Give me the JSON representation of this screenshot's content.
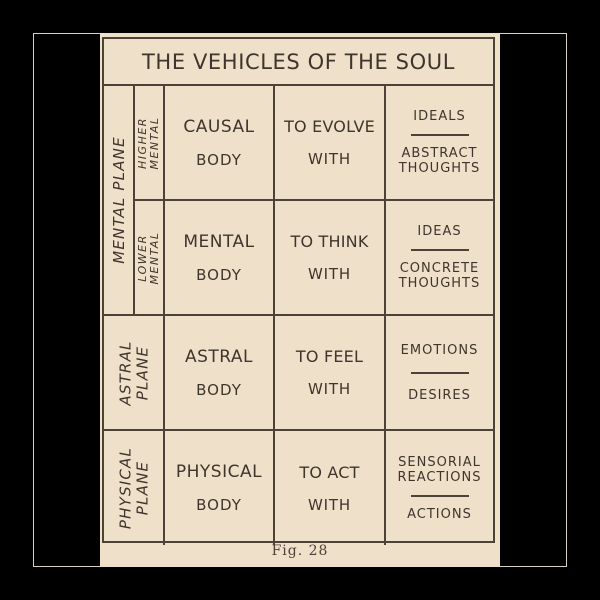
{
  "title": "THE VEHICLES OF THE SOUL",
  "figure_caption": "Fig. 28",
  "planes": {
    "mental": "MENTAL PLANE",
    "higher": [
      "HIGHER",
      "MENTAL"
    ],
    "lower": [
      "LOWER",
      "MENTAL"
    ],
    "astral": [
      "ASTRAL",
      "PLANE"
    ],
    "physical": [
      "PHYSICAL",
      "PLANE"
    ]
  },
  "rows": [
    {
      "body": [
        "CAUSAL",
        "BODY"
      ],
      "purpose": [
        "TO EVOLVE",
        "WITH"
      ],
      "top": [
        "IDEALS"
      ],
      "bottom": [
        "ABSTRACT",
        "THOUGHTS"
      ]
    },
    {
      "body": [
        "MENTAL",
        "BODY"
      ],
      "purpose": [
        "TO THINK",
        "WITH"
      ],
      "top": [
        "IDEAS"
      ],
      "bottom": [
        "CONCRETE",
        "THOUGHTS"
      ]
    },
    {
      "body": [
        "ASTRAL",
        "BODY"
      ],
      "purpose": [
        "TO FEEL",
        "WITH"
      ],
      "top": [
        "EMOTIONS"
      ],
      "bottom": [
        "DESIRES"
      ]
    },
    {
      "body": [
        "PHYSICAL",
        "BODY"
      ],
      "purpose": [
        "TO ACT",
        "WITH"
      ],
      "top": [
        "SENSORIAL",
        "REACTIONS"
      ],
      "bottom": [
        "ACTIONS"
      ]
    }
  ]
}
